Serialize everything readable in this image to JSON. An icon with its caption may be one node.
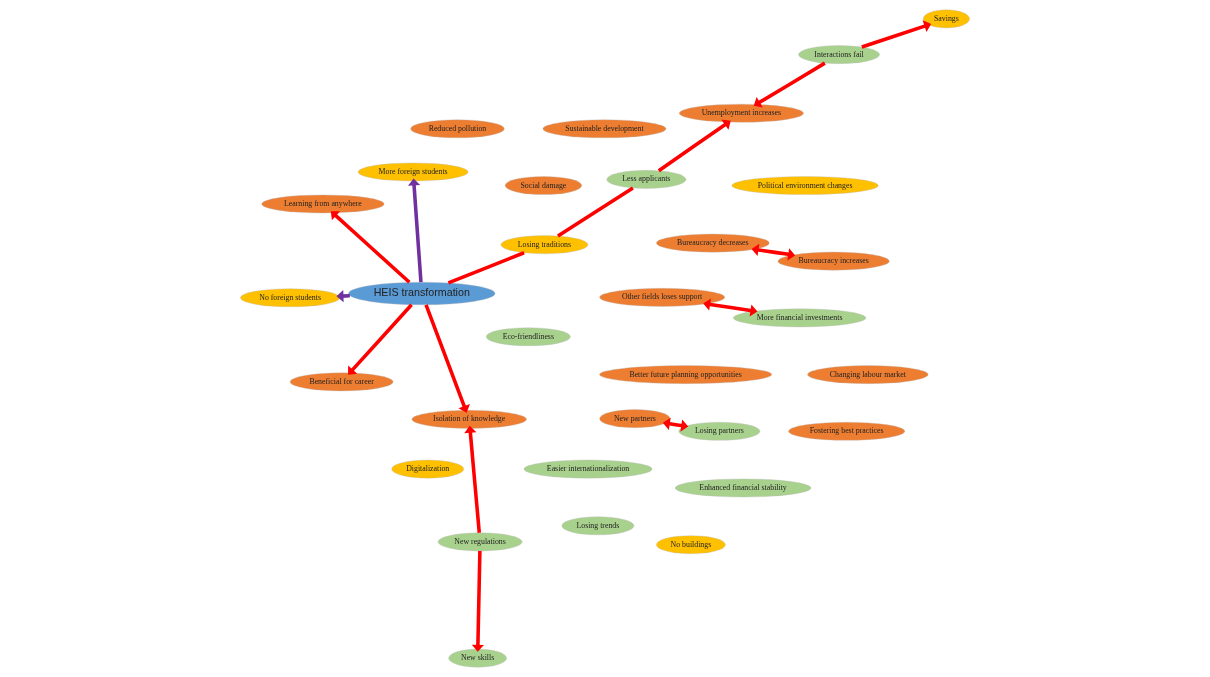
{
  "diagram": {
    "nodes": [
      {
        "text": [
          "Fostering best practices"
        ]
      },
      {
        "text": [
          "Learning from anywhere"
        ]
      },
      {
        "text": [
          "Reduced pollution"
        ]
      },
      {
        "text": [
          "Sustainable development"
        ]
      },
      {
        "text": [
          "Unemployment increases"
        ]
      },
      {
        "text": [
          "Eco-friendliness"
        ]
      },
      {
        "text": [
          "Easier internationalization"
        ]
      },
      {
        "text": [
          "Less applicants"
        ]
      },
      {
        "text": [
          "Social damage"
        ]
      },
      {
        "text": [
          "New partners"
        ]
      },
      {
        "text": [
          "No buildings"
        ]
      },
      {
        "text": [
          "Losing traditions"
        ]
      },
      {
        "text": [
          "Interactions fail"
        ]
      },
      {
        "text": [
          "More foreign students"
        ]
      },
      {
        "text": [
          "HEIS transformation"
        ]
      },
      {
        "text": [
          "Savings"
        ]
      },
      {
        "text": [
          "Enhanced financial stability"
        ]
      },
      {
        "text": [
          "Other fields loses support"
        ]
      },
      {
        "text": [
          "Digitalization"
        ]
      },
      {
        "text": [
          "More financial investments"
        ]
      },
      {
        "text": [
          "No foreign students"
        ]
      },
      {
        "text": [
          "Better future planning opportunities"
        ]
      },
      {
        "text": [
          "New skills"
        ]
      },
      {
        "text": [
          "Political environment changes"
        ]
      },
      {
        "text": [
          "Losing trends"
        ]
      },
      {
        "text": [
          "Changing labour market"
        ]
      },
      {
        "text": [
          "Losing partners"
        ]
      },
      {
        "text": [
          "Beneficial for career"
        ]
      },
      {
        "text": [
          "New regulations"
        ]
      },
      {
        "text": [
          "Bureaucracy decreases"
        ]
      },
      {
        "text": [
          "Bureaucracy increases"
        ]
      },
      {
        "text": [
          "Isolation of knowledge"
        ]
      }
    ],
    "edges": [
      {
        "from": 14,
        "to": 1,
        "arrow": "to"
      },
      {
        "from": 14,
        "to": 13,
        "arrow": "to",
        "color": "#7030a0"
      },
      {
        "from": 14,
        "to": 20,
        "arrow": "to",
        "color": "#7030a0"
      },
      {
        "from": 14,
        "to": 11,
        "arrow": "none"
      },
      {
        "from": 11,
        "to": 7,
        "arrow": "none"
      },
      {
        "from": 7,
        "to": 4,
        "arrow": "to"
      },
      {
        "from": 12,
        "to": 4,
        "arrow": "to"
      },
      {
        "from": 12,
        "to": 15,
        "arrow": "to"
      },
      {
        "from": 17,
        "to": 19,
        "arrow": "both"
      },
      {
        "from": 26,
        "to": 9,
        "arrow": "both"
      },
      {
        "from": 14,
        "to": 31,
        "arrow": "to"
      },
      {
        "from": 14,
        "to": 27,
        "arrow": "to"
      },
      {
        "from": 28,
        "to": 22,
        "arrow": "to"
      },
      {
        "from": 28,
        "to": 31,
        "arrow": "to"
      },
      {
        "from": 29,
        "to": 30,
        "arrow": "both"
      }
    ]
  }
}
